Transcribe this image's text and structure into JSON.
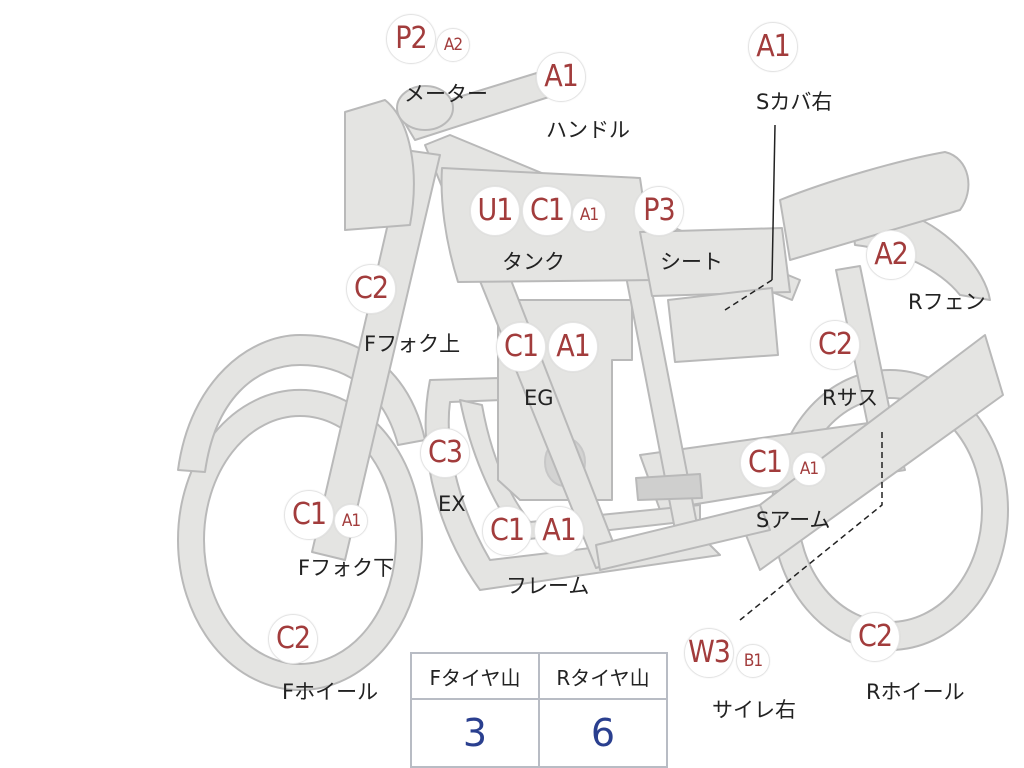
{
  "colors": {
    "grade_text": "#a23c3c",
    "body_fill": "#e4e4e2",
    "body_stroke": "#b9b9b9",
    "value_text": "#2a3f8f"
  },
  "parts": {
    "meter": {
      "label": "メーター",
      "grades": [
        "P2",
        "A2"
      ]
    },
    "handle": {
      "label": "ハンドル",
      "grades": [
        "A1"
      ]
    },
    "scover_r": {
      "label": "Sカバ右",
      "grades": [
        "A1"
      ]
    },
    "tank": {
      "label": "タンク",
      "grades": [
        "U1",
        "C1",
        "A1"
      ]
    },
    "seat": {
      "label": "シート",
      "grades": [
        "P3"
      ]
    },
    "rfender": {
      "label": "Rフェン",
      "grades": [
        "A2"
      ]
    },
    "ffork_up": {
      "label": "Fフォク上",
      "grades": [
        "C2"
      ]
    },
    "engine": {
      "label": "EG",
      "grades": [
        "C1",
        "A1"
      ]
    },
    "rsus": {
      "label": "Rサス",
      "grades": [
        "C2"
      ]
    },
    "exhaust": {
      "label": "EX",
      "grades": [
        "C3"
      ]
    },
    "sarm": {
      "label": "Sアーム",
      "grades": [
        "C1",
        "A1"
      ]
    },
    "ffork_low": {
      "label": "Fフォク下",
      "grades": [
        "C1",
        "A1"
      ]
    },
    "frame": {
      "label": "フレーム",
      "grades": [
        "C1",
        "A1"
      ]
    },
    "fwheel": {
      "label": "Fホイール",
      "grades": [
        "C2"
      ]
    },
    "silencer_r": {
      "label": "サイレ右",
      "grades": [
        "W3",
        "B1"
      ]
    },
    "rwheel": {
      "label": "Rホイール",
      "grades": [
        "C2"
      ]
    }
  },
  "tire_table": {
    "headers": [
      "Fタイヤ山",
      "Rタイヤ山"
    ],
    "values": [
      "3",
      "6"
    ]
  }
}
